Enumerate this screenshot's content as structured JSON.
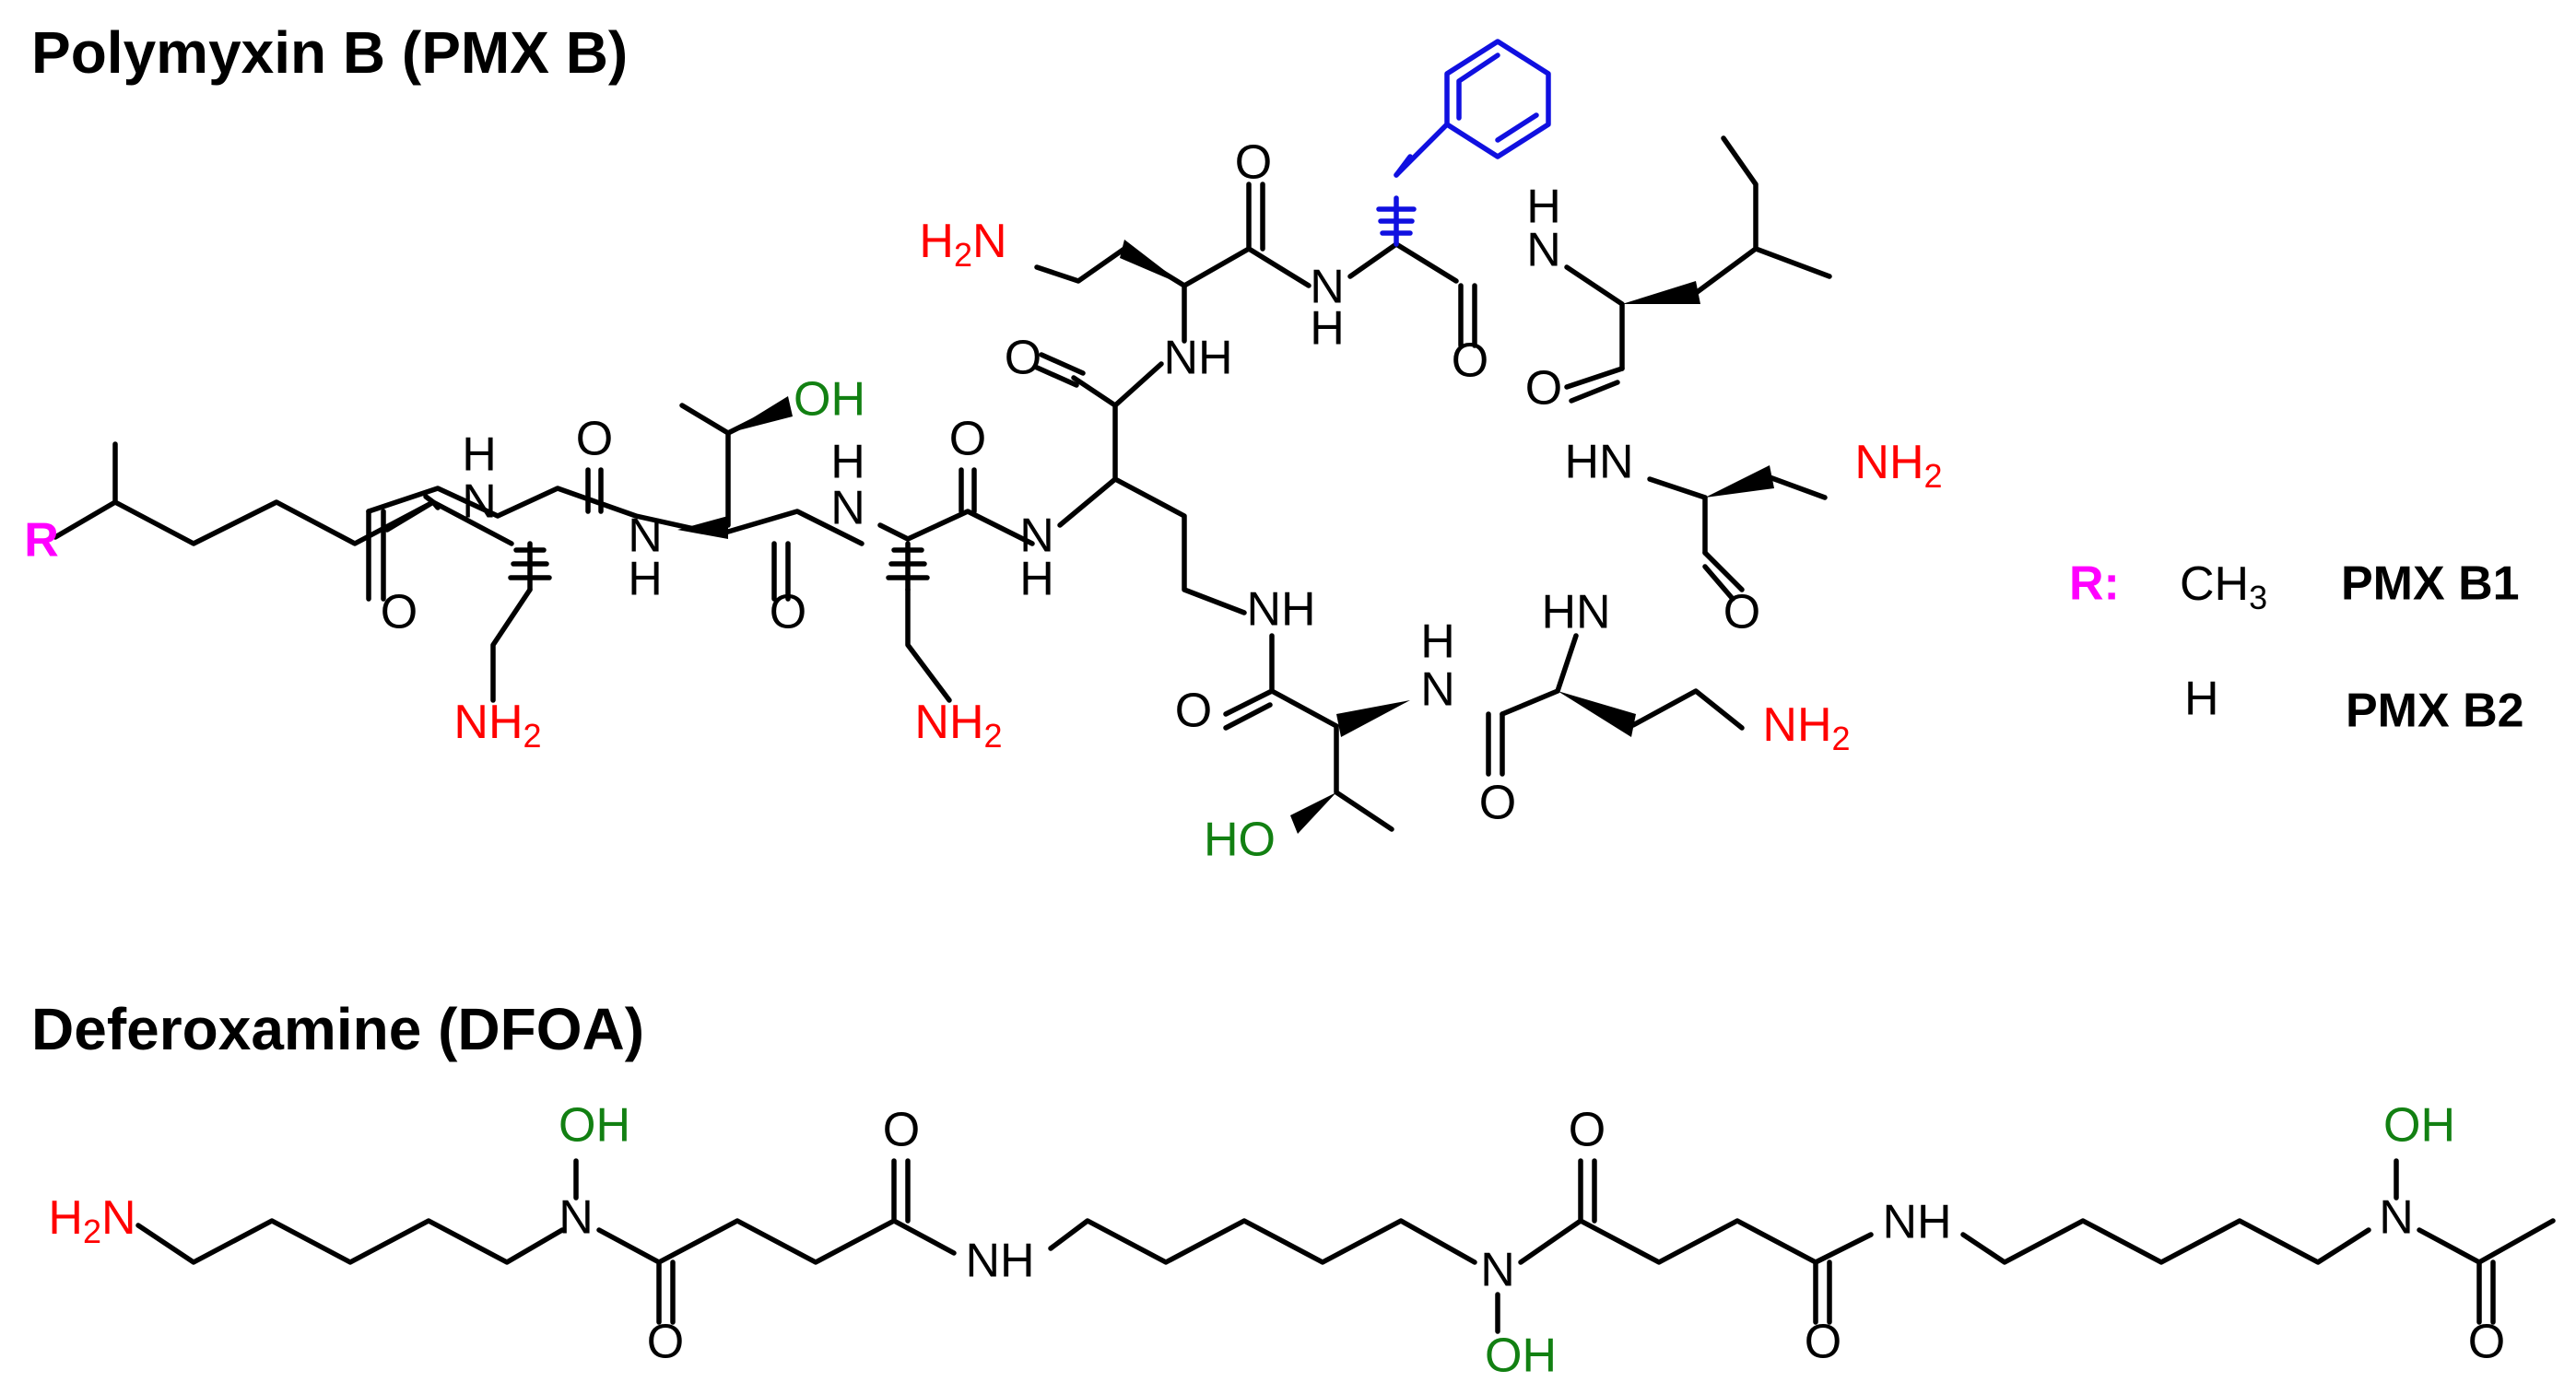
{
  "titles": {
    "pmxb": "Polymyxin B (PMX B)",
    "dfoa": "Deferoxamine (DFOA)"
  },
  "atoms": {
    "R": "R",
    "OH": "OH",
    "HO": "HO",
    "O": "O",
    "N": "N",
    "NH": "NH",
    "HN": "HN",
    "H": "H",
    "NH2": "NH",
    "H2N": "H",
    "sub2": "2"
  },
  "legend": {
    "r_label": "R:",
    "b1_group": "CH",
    "b1_sub": "3",
    "b1_name": "PMX B1",
    "b2_group": "H",
    "b2_name": "PMX B2"
  },
  "colors": {
    "amine": "#ff0000",
    "hydroxyl": "#128012",
    "phenyl": "#1010e0",
    "r_group": "#ff00ff"
  }
}
